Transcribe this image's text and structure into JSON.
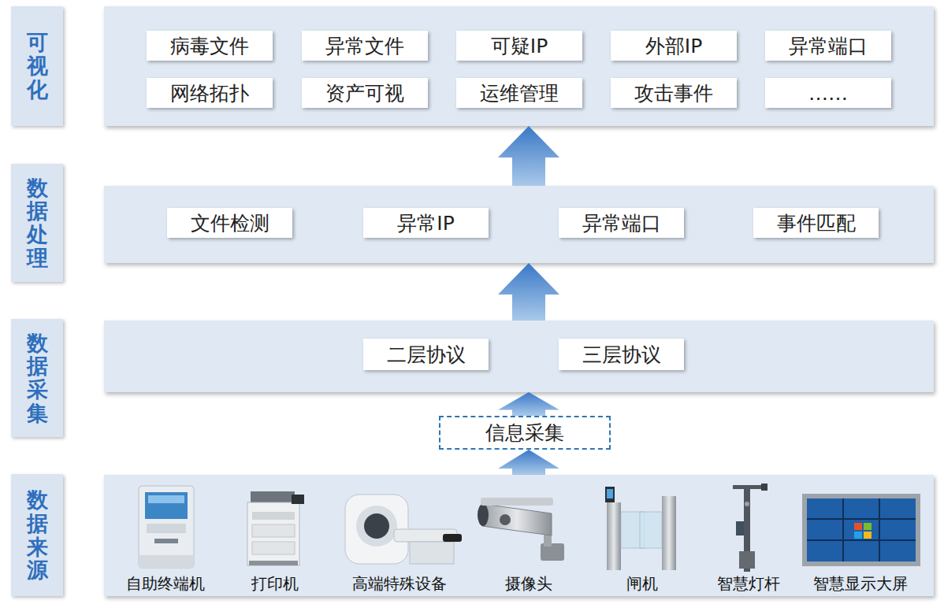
{
  "diagram": {
    "nodes": [
      {
        "text": [
          "可视化"
        ]
      },
      {
        "text": [
          "病毒文件"
        ],
        "in": 0
      },
      {
        "text": [
          "异常文件"
        ],
        "in": 0
      },
      {
        "text": [
          "可疑IP"
        ],
        "in": 0
      },
      {
        "text": [
          "外部IP"
        ],
        "in": 0
      },
      {
        "text": [
          "异常端口"
        ],
        "in": 0
      },
      {
        "text": [
          "网络拓扑"
        ],
        "in": 0
      },
      {
        "text": [
          "资产可视"
        ],
        "in": 0
      },
      {
        "text": [
          "运维管理"
        ],
        "in": 0
      },
      {
        "text": [
          "攻击事件"
        ],
        "in": 0
      },
      {
        "text": [
          "……"
        ],
        "in": 0
      },
      {
        "text": [
          "数据处理"
        ]
      },
      {
        "text": [
          "文件检测"
        ],
        "in": 11
      },
      {
        "text": [
          "异常IP"
        ],
        "in": 11
      },
      {
        "text": [
          "异常端口"
        ],
        "in": 11
      },
      {
        "text": [
          "事件匹配"
        ],
        "in": 11
      },
      {
        "text": [
          "数据采集"
        ]
      },
      {
        "text": [
          "二层协议"
        ],
        "in": 16
      },
      {
        "text": [
          "三层协议"
        ],
        "in": 16
      },
      {
        "text": [
          "信息采集"
        ]
      },
      {
        "text": [
          "数据来源"
        ]
      }
    ],
    "edges": [
      {
        "from": 11,
        "to": 0,
        "arrow": "to"
      },
      {
        "from": 16,
        "to": 11,
        "arrow": "to"
      },
      {
        "from": 19,
        "to": 16,
        "arrow": "to"
      },
      {
        "from": 20,
        "to": 19,
        "arrow": "to"
      }
    ],
    "labels": [
      "自助终端机",
      "打印机",
      "高端特殊设备",
      "摄像头",
      "闸机",
      "智慧灯杆",
      "智慧显示大屏"
    ]
  }
}
